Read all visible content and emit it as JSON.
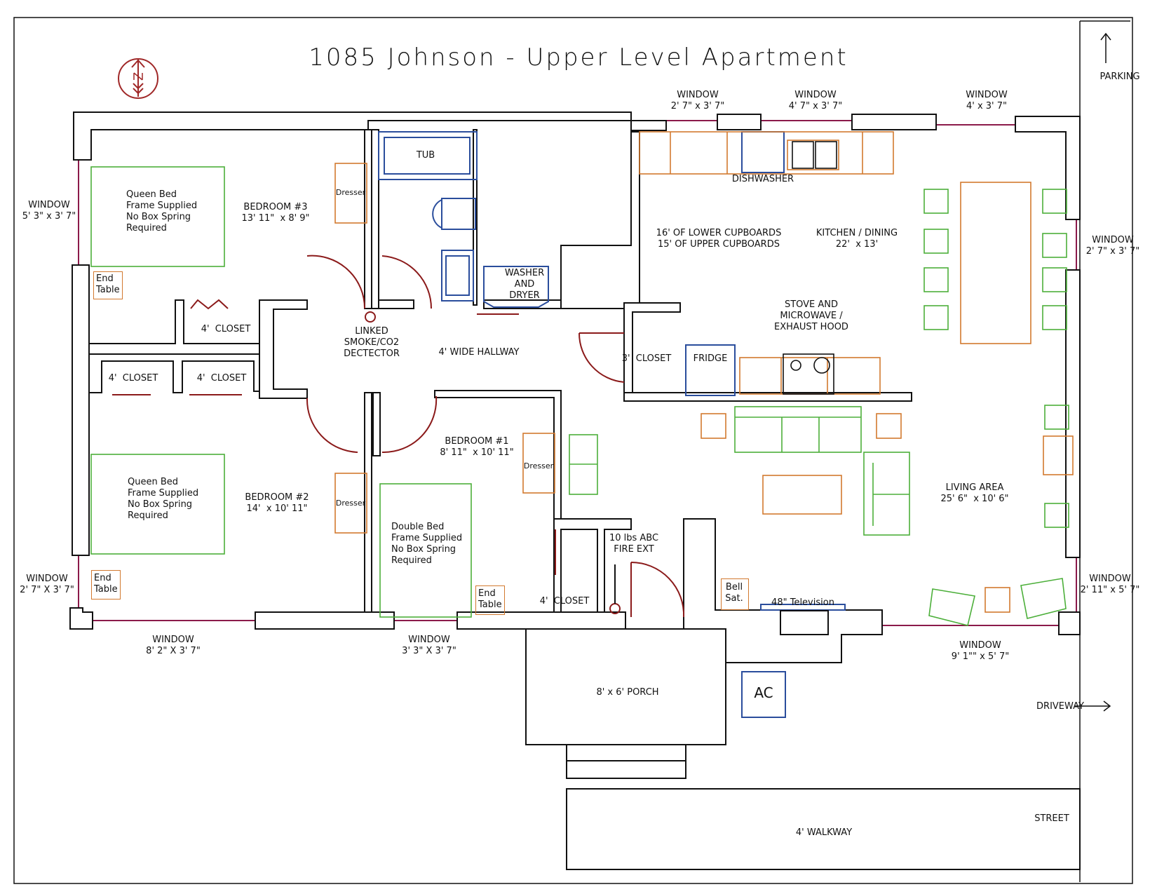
{
  "title": "1085 Johnson - Upper Level Apartment",
  "colors": {
    "wall": "#111111",
    "window": "#8b1a4a",
    "door": "#8b1a1a",
    "furniture_orange": "#d2792f",
    "furniture_green": "#4caf3a",
    "fixture_blue": "#2a4d9c"
  },
  "icons": {
    "north": "north-arrow-icon",
    "parking": "up-arrow-icon",
    "driveway": "right-arrow-icon",
    "street": "down-arrow-icon"
  },
  "labels": {
    "parking": "PARKING",
    "driveway": "DRIVEWAY",
    "street": "STREET",
    "walkway": "4' WALKWAY",
    "porch": "8' x 6' PORCH",
    "ac": "AC",
    "hallway": "4' WIDE HALLWAY",
    "smoke": "LINKED\nSMOKE/CO2\nDECTECTOR",
    "fire_ext": "10 lbs ABC\nFIRE EXT",
    "dishwasher": "DISHWASHER",
    "cupboards": "16' OF LOWER CUPBOARDS\n15' OF UPPER CUPBOARDS",
    "kitchen": "KITCHEN / DINING\n22'  x 13'",
    "stove": "STOVE AND\nMICROWAVE /\nEXHAUST HOOD",
    "fridge": "FRIDGE",
    "washer": "WASHER\nAND\nDRYER",
    "tub": "TUB",
    "living": "LIVING AREA\n25' 6\"  x 10' 6\"",
    "tv": "48\" Television",
    "bell": "Bell\nSat.",
    "bedroom1": "BEDROOM #1\n8' 11\"  x 10' 11\"",
    "bedroom2": "BEDROOM #2\n14'  x 10' 11\"",
    "bedroom3": "BEDROOM #3\n13' 11\"  x 8' 9\"",
    "queen_bed": "Queen Bed\nFrame Supplied\nNo Box Spring\nRequired",
    "double_bed": "Double Bed\nFrame Supplied\nNo Box Spring\nRequired",
    "end_table": "End\nTable",
    "dresser": "Dresser",
    "closet_4": "4'  CLOSET",
    "closet_3": "3'  CLOSET"
  },
  "windows": {
    "w_top1": "WINDOW\n2' 7\" x 3' 7\"",
    "w_top2": "WINDOW\n4' 7\" x 3' 7\"",
    "w_top3": "WINDOW\n4' x 3' 7\"",
    "w_left1": "WINDOW\n5' 3\" x 3' 7\"",
    "w_left2": "WINDOW\n2' 7\" X 3' 7\"",
    "w_right1": "WINDOW\n2' 7\" x 3' 7\"",
    "w_right2": "WINDOW\n2' 11\" x 5' 7\"",
    "w_bot1": "WINDOW\n8' 2\" X 3' 7\"",
    "w_bot2": "WINDOW\n3' 3\" X 3' 7\"",
    "w_bot3": "WINDOW\n9' 1\"\" x 5' 7\""
  }
}
